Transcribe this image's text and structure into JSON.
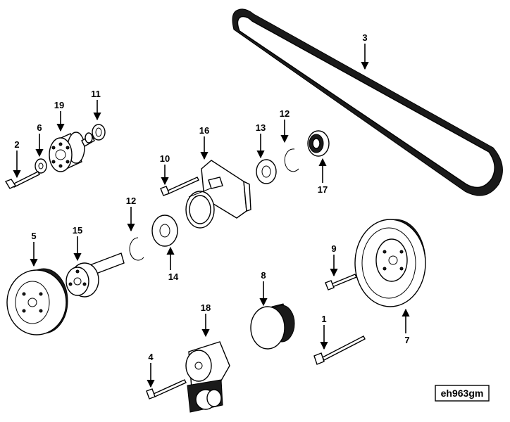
{
  "figure_code": "eh963gm",
  "callouts": [
    {
      "id": "1",
      "label": "1"
    },
    {
      "id": "2",
      "label": "2"
    },
    {
      "id": "3",
      "label": "3"
    },
    {
      "id": "4",
      "label": "4"
    },
    {
      "id": "5",
      "label": "5"
    },
    {
      "id": "6",
      "label": "6"
    },
    {
      "id": "7",
      "label": "7"
    },
    {
      "id": "8",
      "label": "8"
    },
    {
      "id": "9",
      "label": "9"
    },
    {
      "id": "10",
      "label": "10"
    },
    {
      "id": "11",
      "label": "11"
    },
    {
      "id": "12a",
      "label": "12"
    },
    {
      "id": "12b",
      "label": "12"
    },
    {
      "id": "13",
      "label": "13"
    },
    {
      "id": "14",
      "label": "14"
    },
    {
      "id": "15",
      "label": "15"
    },
    {
      "id": "16",
      "label": "16"
    },
    {
      "id": "17",
      "label": "17"
    },
    {
      "id": "18",
      "label": "18"
    },
    {
      "id": "19",
      "label": "19"
    }
  ]
}
